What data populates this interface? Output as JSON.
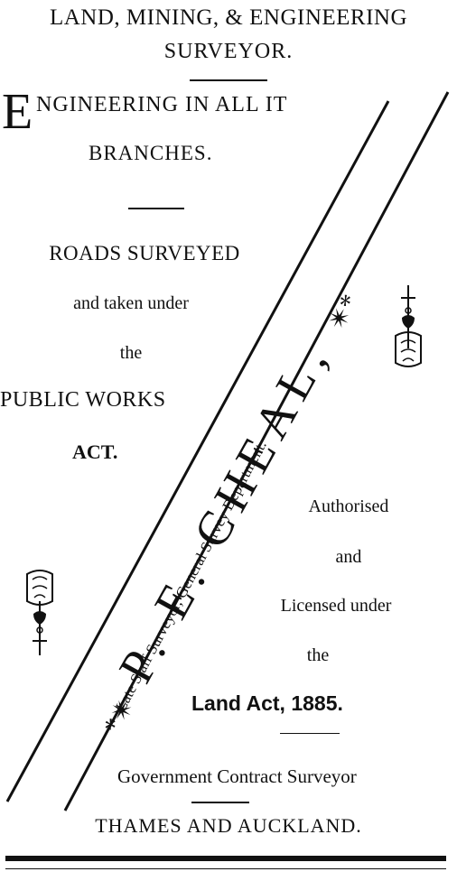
{
  "header": {
    "line1": "LAND, MINING, & ENGINEERING",
    "line2": "SURVEYOR."
  },
  "engineering": {
    "dropcap": "E",
    "line1_rest": "NGINEERING IN ALL IT",
    "line2": "BRANCHES."
  },
  "roads": {
    "line1": "ROADS SURVEYED",
    "line2": "and taken under",
    "line3": "the",
    "line4": "PUBLIC WORKS",
    "line5": "ACT."
  },
  "authorised": {
    "line1": "Authorised",
    "line2": "and",
    "line3": "Licensed under",
    "line4": "the",
    "line5": "Land Act, 1885."
  },
  "band": {
    "name": "P. E. CHEAL,",
    "star_left": "*✴",
    "star_right": "✴*",
    "subtitle": "Late Staff Surveyor, General Survey Department."
  },
  "footer": {
    "contract": "Government Contract Surveyor",
    "location": "THAMES AND AUCKLAND."
  }
}
